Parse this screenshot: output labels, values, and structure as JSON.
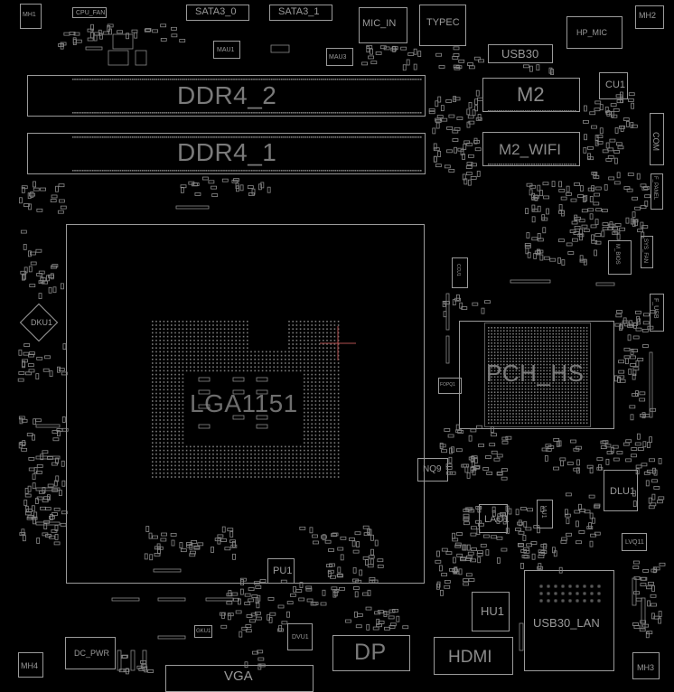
{
  "diagram": {
    "board_labels": {
      "mh1": "MH1",
      "mh2": "MH2",
      "mh3": "MH3",
      "mh4": "MH4",
      "cpu_fan": "CPU_FAN",
      "sata3_0": "SATA3_0",
      "sata3_1": "SATA3_1",
      "mic_in": "MIC_IN",
      "typec": "TYPEC",
      "hp_mic": "HP_MIC",
      "usb30": "USB30",
      "mau1": "MAU1",
      "mau3": "MAU3",
      "ddr4_2": "DDR4_2",
      "ddr4_1": "DDR4_1",
      "m2": "M2",
      "m2_wifi": "M2_WIFI",
      "cu1": "CU1",
      "com": "COM",
      "f_panel": "F_PANEL",
      "sys_fan": "SYS_FAN",
      "m_bios": "M_BIOS",
      "f_usb": "F_USB",
      "dku1": "DKU1",
      "lga1151": "LGA1151",
      "pch_hs": "PCH_HS",
      "nq9": "NQ9",
      "dlu1": "DLU1",
      "lau1": "LAU1",
      "vu1": "VU1",
      "lvq11": "LVQ11",
      "pu1": "PU1",
      "hu1": "HU1",
      "usb30_lan": "USB30_LAN",
      "dc_pwr": "DC_PWR",
      "dvu1": "DVU1",
      "vga": "VGA",
      "dp": "DP",
      "hdmi": "HDMI",
      "gku1": "GKU1",
      "ccu1": "CCU1",
      "fopq1": "FOPQ1"
    },
    "colors": {
      "background": "#000000",
      "outline": "#9a9a9a",
      "label": "#8a8a8a",
      "crosshair": "#b05050"
    }
  }
}
